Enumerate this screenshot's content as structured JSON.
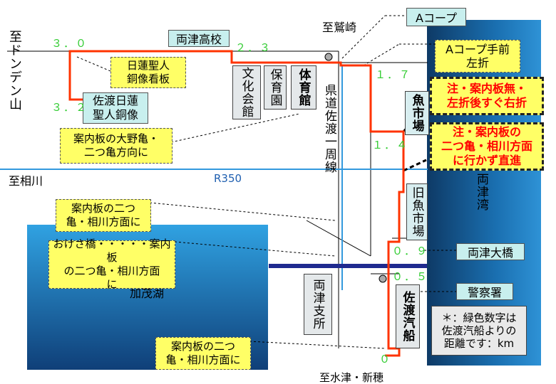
{
  "places": {
    "to_dondenyama": "至ドンデン山",
    "to_washizaki": "至鷲崎",
    "to_aikawa": "至相川",
    "to_mizuzu_niibo": "至水津・新穂",
    "route_r350": "R350",
    "prefectural_road": "県道佐渡一周線",
    "lake_kamo": "加茂湖",
    "ryotsu_bay": "両津湾"
  },
  "buildings": {
    "ryotsu_high_school": "両津高校",
    "a_coop": "Aコープ",
    "bunka_kaikan": "文化会館",
    "hoikuen": "保育園",
    "taiikukan": "体育館",
    "sado_nichiren_statue": "佐渡日蓮\n聖人銅像",
    "fish_market": "魚市場",
    "old_fish_market": "旧魚市場",
    "ryotsu_ohashi": "両津大橋",
    "police_station": "警察署",
    "ryotsu_branch": "両津支所",
    "sado_kisen": "佐渡汽船"
  },
  "notes": {
    "nichiren_signboard": "日蓮聖人\n銅像看板",
    "signboard_ono_futatsu": "案内板の大野亀・\n二つ亀方向に",
    "a_coop_turn_left": "Aコープ手前\n左折",
    "caution_no_signboard": "注・案内板無・\n左折後すぐ右折",
    "caution_go_straight": "注・案内板の\n二つ亀・相川方面\nに行かず直進",
    "signboard_futatsu_aikawa_1": "案内板の二つ\n亀・相川方面に",
    "okesa_bridge": "おけさ橋・・・・・案内板\nの二つ亀・相川方面\nに",
    "signboard_futatsu_aikawa_2": "案内板の二つ\n亀・相川方面に",
    "legend_green_numbers": "＊：緑色数字は\n佐渡汽船よりの\n距離です：km"
  },
  "distances_km": {
    "at_statue_top": "３．０",
    "at_statue_bottom": "３．２",
    "after_high_school": "２．３",
    "prefectural_junction": "１．７",
    "fish_market_turn": "１．４",
    "ryotsu_ohashi": "０．９",
    "police_station": "０．５",
    "sado_kisen_start": "０"
  },
  "colors": {
    "route": "#ff3300",
    "distance_text": "#33cc33",
    "note_fill": "#ffff66",
    "caution_text": "#ff0000",
    "water": "#1a6fb0",
    "road_r350": "#3399dd",
    "bridge": "#1f2a8f"
  }
}
